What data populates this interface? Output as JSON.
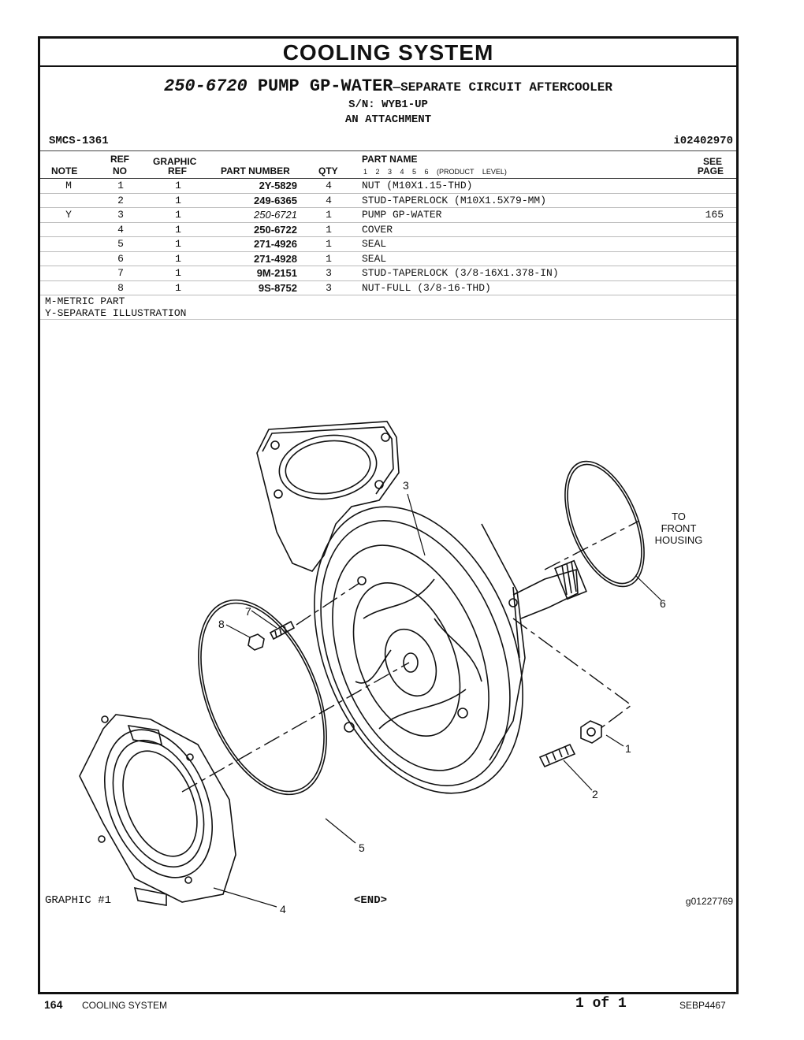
{
  "page": {
    "title": "COOLING SYSTEM",
    "group_number": "250-6720",
    "group_name": "PUMP GP-WATER",
    "group_desc": "—SEPARATE CIRCUIT AFTERCOOLER",
    "serial": "S/N: WYB1-UP",
    "attachment": "AN ATTACHMENT",
    "smcs": "SMCS-1361",
    "illus_ref": "i02402970"
  },
  "table": {
    "headers": {
      "note": "NOTE",
      "ref_no_1": "REF",
      "ref_no_2": "NO",
      "graphic_ref_1": "GRAPHIC",
      "graphic_ref_2": "REF",
      "part_number": "PART NUMBER",
      "qty": "QTY",
      "part_name": "PART NAME",
      "levels": "1 2 3 4 5 6 (PRODUCT LEVEL)",
      "see_1": "SEE",
      "see_2": "PAGE"
    },
    "rows": [
      {
        "note": "M",
        "ref": "1",
        "gref": "1",
        "part": "2Y-5829",
        "qty": "4",
        "name": "NUT (M10X1.15-THD)",
        "see": ""
      },
      {
        "note": "",
        "ref": "2",
        "gref": "1",
        "part": "249-6365",
        "qty": "4",
        "name": "STUD-TAPERLOCK (M10X1.5X79-MM)",
        "see": ""
      },
      {
        "note": "Y",
        "ref": "3",
        "gref": "1",
        "part": "250-6721",
        "qty": "1",
        "name": "PUMP GP-WATER",
        "see": "165"
      },
      {
        "note": "",
        "ref": "4",
        "gref": "1",
        "part": "250-6722",
        "qty": "1",
        "name": "COVER",
        "see": ""
      },
      {
        "note": "",
        "ref": "5",
        "gref": "1",
        "part": "271-4926",
        "qty": "1",
        "name": "SEAL",
        "see": ""
      },
      {
        "note": "",
        "ref": "6",
        "gref": "1",
        "part": "271-4928",
        "qty": "1",
        "name": "SEAL",
        "see": ""
      },
      {
        "note": "",
        "ref": "7",
        "gref": "1",
        "part": "9M-2151",
        "qty": "3",
        "name": "STUD-TAPERLOCK (3/8-16X1.378-IN)",
        "see": ""
      },
      {
        "note": "",
        "ref": "8",
        "gref": "1",
        "part": "9S-8752",
        "qty": "3",
        "name": "NUT-FULL (3/8-16-THD)",
        "see": ""
      }
    ]
  },
  "notes": [
    "M-METRIC PART",
    "Y-SEPARATE ILLUSTRATION"
  ],
  "illustration": {
    "callouts": [
      "1",
      "2",
      "3",
      "4",
      "5",
      "6",
      "7",
      "8"
    ],
    "label_to_front_1": "TO",
    "label_to_front_2": "FRONT",
    "label_to_front_3": "HOUSING"
  },
  "graphic_label": "GRAPHIC #1",
  "end_label": "<END>",
  "graphic_id": "g01227769",
  "footer": {
    "page_number": "164",
    "section": "COOLING SYSTEM",
    "page_of": "1 of 1",
    "doc_id": "SEBP4467"
  }
}
